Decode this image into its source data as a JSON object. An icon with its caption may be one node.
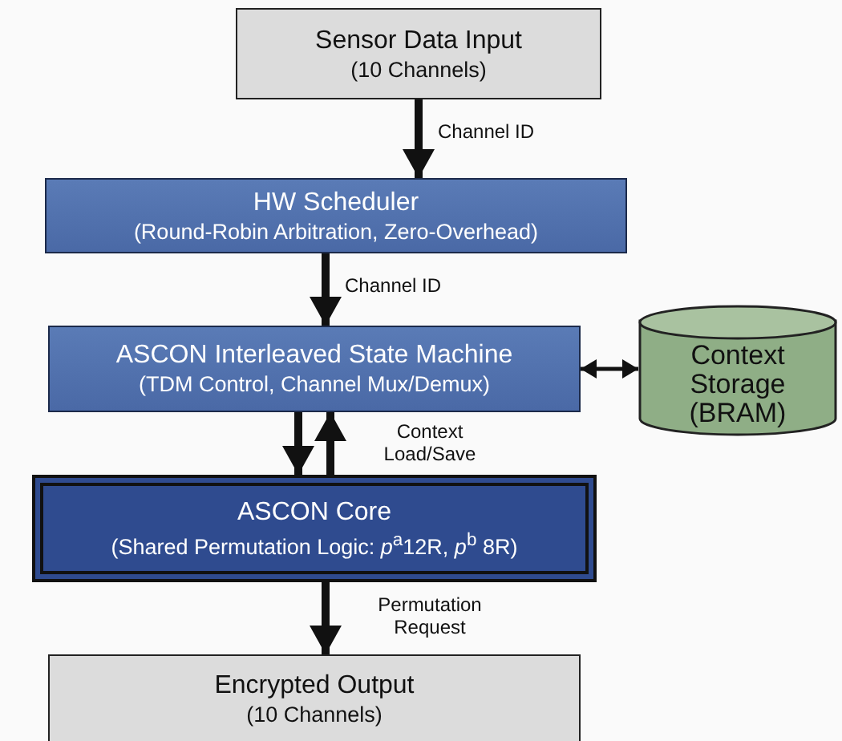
{
  "diagram": {
    "nodes": [
      {
        "text": [
          "Sensor Data Input",
          "(10 Channels)"
        ]
      },
      {
        "text": [
          "HW Scheduler",
          "(Round-Robin Arbitration, Zero-Overhead)"
        ]
      },
      {
        "text": [
          "ASCON Interleaved State Machine",
          "(TDM Control, Channel Mux/Demux)"
        ]
      },
      {
        "text": [
          "Context Storage",
          "(BRAM)"
        ]
      },
      {
        "text": [
          "ASCON Core",
          "(Shared Permutation Logic: *p*$^{a}$12R, *p*$^{b}$ 8R)"
        ]
      },
      {
        "text": [
          "Encrypted Output",
          "(10 Channels)"
        ]
      }
    ],
    "edges": [
      {
        "from": 0,
        "to": 1,
        "arrow": "to",
        "label": "Channel ID"
      },
      {
        "from": 1,
        "to": 2,
        "arrow": "to",
        "label": "Channel ID"
      },
      {
        "from": 2,
        "to": 3,
        "arrow": "both"
      },
      {
        "from": 2,
        "to": 4,
        "arrow": "to"
      },
      {
        "from": 4,
        "to": 2,
        "arrow": "to",
        "label": "Context Load/Save"
      },
      {
        "from": 4,
        "to": 5,
        "arrow": "to",
        "label": "Permutation Request"
      }
    ]
  }
}
